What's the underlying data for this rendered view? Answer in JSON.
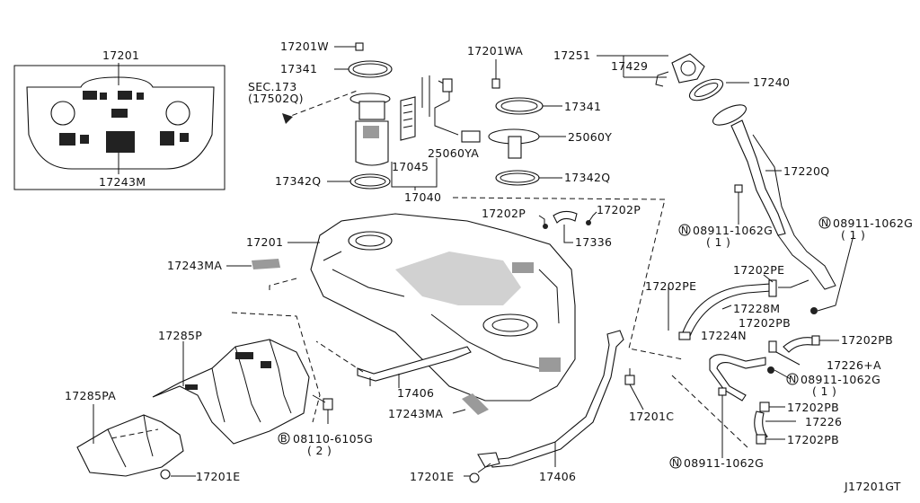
{
  "diagram_id": "J17201GT",
  "labels": {
    "p17201_inset": "17201",
    "p17243M": "17243M",
    "p17201W": "17201W",
    "p17341_a": "17341",
    "sec173_line1": "SEC.173",
    "sec173_line2": "(17502Q)",
    "p17045": "17045",
    "p25060YA": "25060YA",
    "p17342Q_a": "17342Q",
    "p17040": "17040",
    "p17201WA": "17201WA",
    "p17341_b": "17341",
    "p25060Y": "25060Y",
    "p17342Q_b": "17342Q",
    "p17251": "17251",
    "p17429": "17429",
    "p17240": "17240",
    "p17220Q": "17220Q",
    "p17202P_a": "17202P",
    "p17202P_b": "17202P",
    "p17336": "17336",
    "p17201_main": "17201",
    "p17243MA_a": "17243MA",
    "n08911_a_line1": "08911-1062G",
    "n08911_a_line2": "( 1 )",
    "n08911_b_line1": "08911-1062G",
    "n08911_b_line2": "( 1 )",
    "p17202PE_a": "17202PE",
    "p17202PE_b": "17202PE",
    "p17228M": "17228M",
    "p17202PB_a": "17202PB",
    "p17224N": "17224N",
    "p17202PB_b": "17202PB",
    "p17226A": "17226+A",
    "n08911_c_line1": "08911-1062G",
    "n08911_c_line2": "( 1 )",
    "p17285P": "17285P",
    "p17285PA": "17285PA",
    "p17406_a": "17406",
    "p17243MA_b": "17243MA",
    "p17201C": "17201C",
    "b08110_line1": "08110-6105G",
    "b08110_line2": "( 2 )",
    "p17201E_a": "17201E",
    "p17201E_b": "17201E",
    "p17406_b": "17406",
    "p17202PB_c": "17202PB",
    "p17226": "17226",
    "p17202PB_d": "17202PB",
    "n08911_d": "08911-1062G",
    "circle_N": "N",
    "circle_B": "B"
  }
}
